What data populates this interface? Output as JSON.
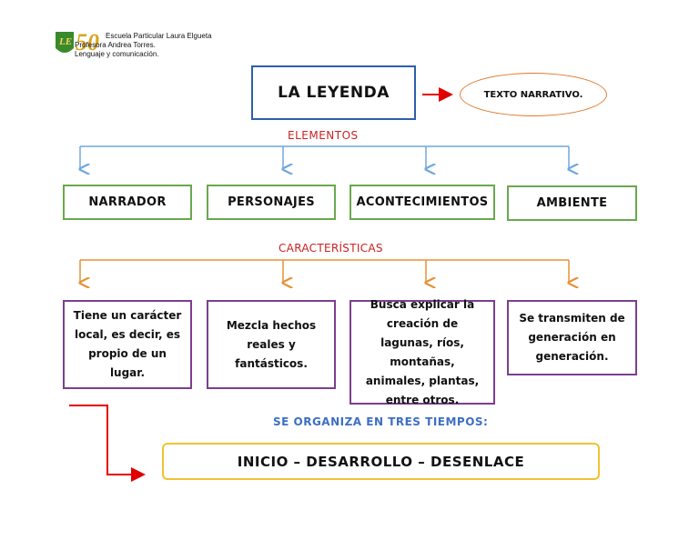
{
  "header": {
    "logo_letters": "LE",
    "logo_number": "50",
    "school": "Escuela Particular Laura Elgueta",
    "teacher": "Profesora  Andrea Torres.",
    "subject": "Lenguaje y comunicación."
  },
  "title": "LA LEYENDA",
  "type_label": "TEXTO NARRATIVO.",
  "sections": {
    "elements_label": "ELEMENTOS",
    "characteristics_label": "CARACTERÍSTICAS",
    "organize_label": "SE ORGANIZA EN TRES TIEMPOS:"
  },
  "elements": [
    "NARRADOR",
    "PERSONAJES",
    "ACONTECIMIENTOS",
    "AMBIENTE"
  ],
  "characteristics": [
    "Tiene un carácter local, es decir,  es propio de un lugar.",
    "Mezcla hechos reales y fantásticos.",
    "Busca explicar la creación de lagunas, ríos, montañas, animales, plantas, entre otros.",
    "Se transmiten de generación en generación."
  ],
  "structure": "INICIO – DESARROLLO – DESENLACE",
  "colors": {
    "title_border": "#2e5fa8",
    "oval_border": "#e07a2e",
    "arrow_red": "#e00000",
    "elements_line": "#6fa8dc",
    "elements_label": "#cc2222",
    "element_border": "#6aa84f",
    "characteristics_line": "#e69138",
    "characteristic_border": "#7b3f8f",
    "organize_label": "#3d6fc4",
    "structure_border": "#f1c232",
    "logo_green": "#3a8a2a",
    "logo_gold": "#d9a520"
  }
}
